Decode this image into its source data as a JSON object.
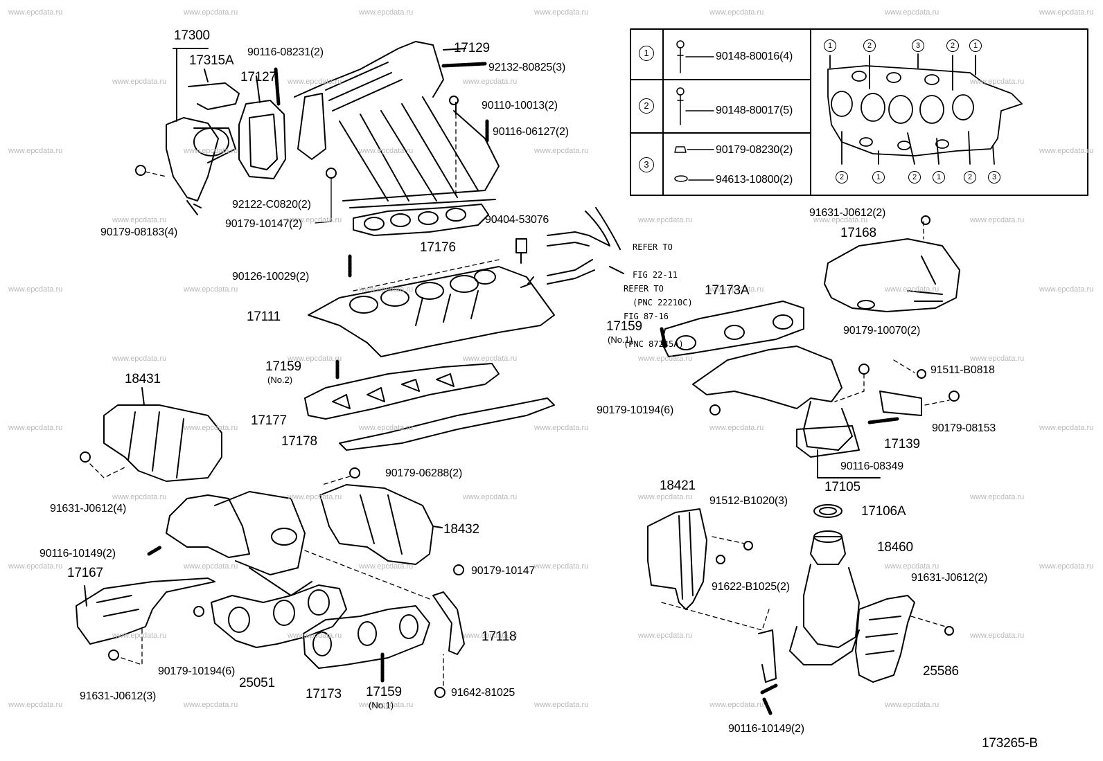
{
  "diagram_id": "173265-B",
  "watermark_text": "www.epcdata.ru",
  "colors": {
    "line": "#000000",
    "watermark": "#b9b9b9",
    "background": "#ffffff"
  },
  "labels": {
    "p17300": "17300",
    "p17315A": "17315A",
    "p17127": "17127",
    "p90116_08231": "90116-08231(2)",
    "p17129": "17129",
    "p92132_80825": "92132-80825(3)",
    "p90110_10013": "90110-10013(2)",
    "p90116_06127": "90116-06127(2)",
    "p92122_C0820": "92122-C0820(2)",
    "p90179_10147_2": "90179-10147(2)",
    "p90179_08183": "90179-08183(4)",
    "p17176": "17176",
    "p90404_53076": "90404-53076",
    "p90126_10029": "90126-10029(2)",
    "p17111": "17111",
    "p17159_no2": "17159",
    "p17177": "17177",
    "p17178": "17178",
    "p18431": "18431",
    "p91631_J0612_4": "91631-J0612(4)",
    "p90179_06288": "90179-06288(2)",
    "p18432": "18432",
    "p90116_10149_left": "90116-10149(2)",
    "p90179_10147": "90179-10147",
    "p17167": "17167",
    "p17118": "17118",
    "p90179_10194_left": "90179-10194(6)",
    "p25051": "25051",
    "p91631_J0612_3": "91631-J0612(3)",
    "p17173": "17173",
    "p17159_no1_bottom": "17159",
    "p91642_81025": "91642-81025",
    "p91631_J0612_top": "91631-J0612(2)",
    "p17168": "17168",
    "p17173A": "17173A",
    "p17159_no1_right": "17159",
    "p90179_10070": "90179-10070(2)",
    "p91511_B0818": "91511-B0818",
    "p90179_10194_right": "90179-10194(6)",
    "p17139": "17139",
    "p90179_08153": "90179-08153",
    "p90116_08349": "90116-08349",
    "p17105": "17105",
    "p18421": "18421",
    "p91512_B1020": "91512-B1020(3)",
    "p17106A": "17106A",
    "p18460": "18460",
    "p91622_B1025": "91622-B1025(2)",
    "p91631_J0612_right": "91631-J0612(2)",
    "p25586": "25586",
    "p90116_10149_bottom": "90116-10149(2)"
  },
  "sub_labels": {
    "no1": "(No.1)",
    "no2": "(No.2)"
  },
  "refer_notes": [
    {
      "line1": "REFER TO",
      "line2": "FIG 22-11",
      "line3": "(PNC 22210C)"
    },
    {
      "line1": "REFER TO",
      "line2": "FIG 87-16",
      "line3": "(PNC 87245A)"
    }
  ],
  "bolt_table": {
    "rows": [
      {
        "key": "1",
        "parts": [
          "90148-80016(4)"
        ]
      },
      {
        "key": "2",
        "parts": [
          "90148-80017(5)"
        ]
      },
      {
        "key": "3",
        "parts": [
          "90179-08230(2)",
          "94613-10800(2)"
        ]
      }
    ],
    "pattern_top": [
      "1",
      "2",
      "3",
      "2",
      "1"
    ],
    "pattern_bottom": [
      "2",
      "1",
      "2",
      "1",
      "2",
      "3"
    ]
  }
}
